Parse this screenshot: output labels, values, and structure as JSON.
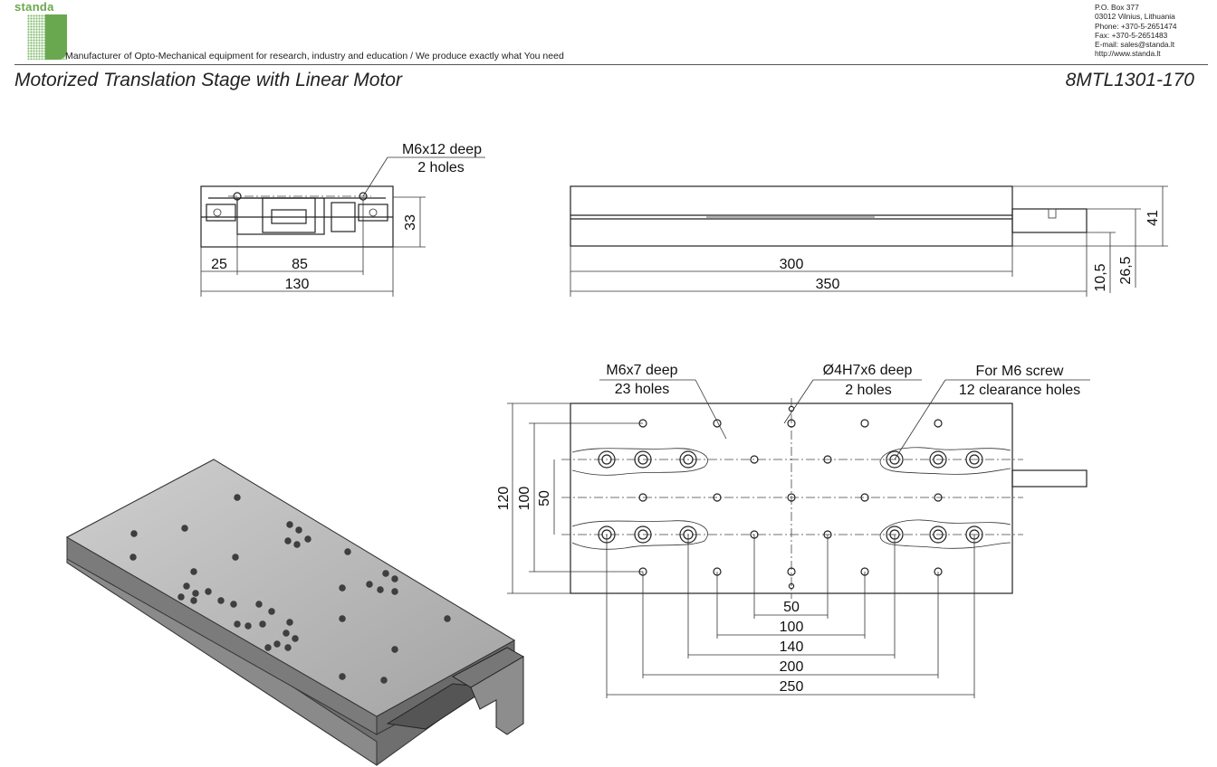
{
  "header": {
    "logo_text": "standa",
    "tagline": "Manufacturer of Opto-Mechanical equipment for research, industry and education / We produce exactly what You need",
    "contact": [
      "P.O. Box 377",
      "03012 Vilnius, Lithuania",
      "Phone: +370-5-2651474",
      "Fax: +370-5-2651483",
      "E-mail: sales@standa.lt",
      "http://www.standa.lt"
    ]
  },
  "title": "Motorized Translation Stage with Linear Motor",
  "model": "8MTL1301-170",
  "front_view": {
    "callout": [
      "M6x12 deep",
      "2 holes"
    ],
    "dims": {
      "d25": "25",
      "d85": "85",
      "d130": "130",
      "d33": "33"
    }
  },
  "side_view": {
    "dims": {
      "d300": "300",
      "d350": "350",
      "d41": "41",
      "d26_5": "26,5",
      "d10_5": "10,5"
    }
  },
  "top_view": {
    "callout_m6x7": [
      "M6x7 deep",
      "23 holes"
    ],
    "callout_pin": [
      "Ø4H7x6 deep",
      "2 holes"
    ],
    "callout_m6": [
      "For M6 screw",
      "12 clearance holes"
    ],
    "dims": {
      "d120": "120",
      "d100": "100",
      "d50v": "50",
      "d50": "50",
      "d100h": "100",
      "d140": "140",
      "d200": "200",
      "d250": "250"
    }
  }
}
